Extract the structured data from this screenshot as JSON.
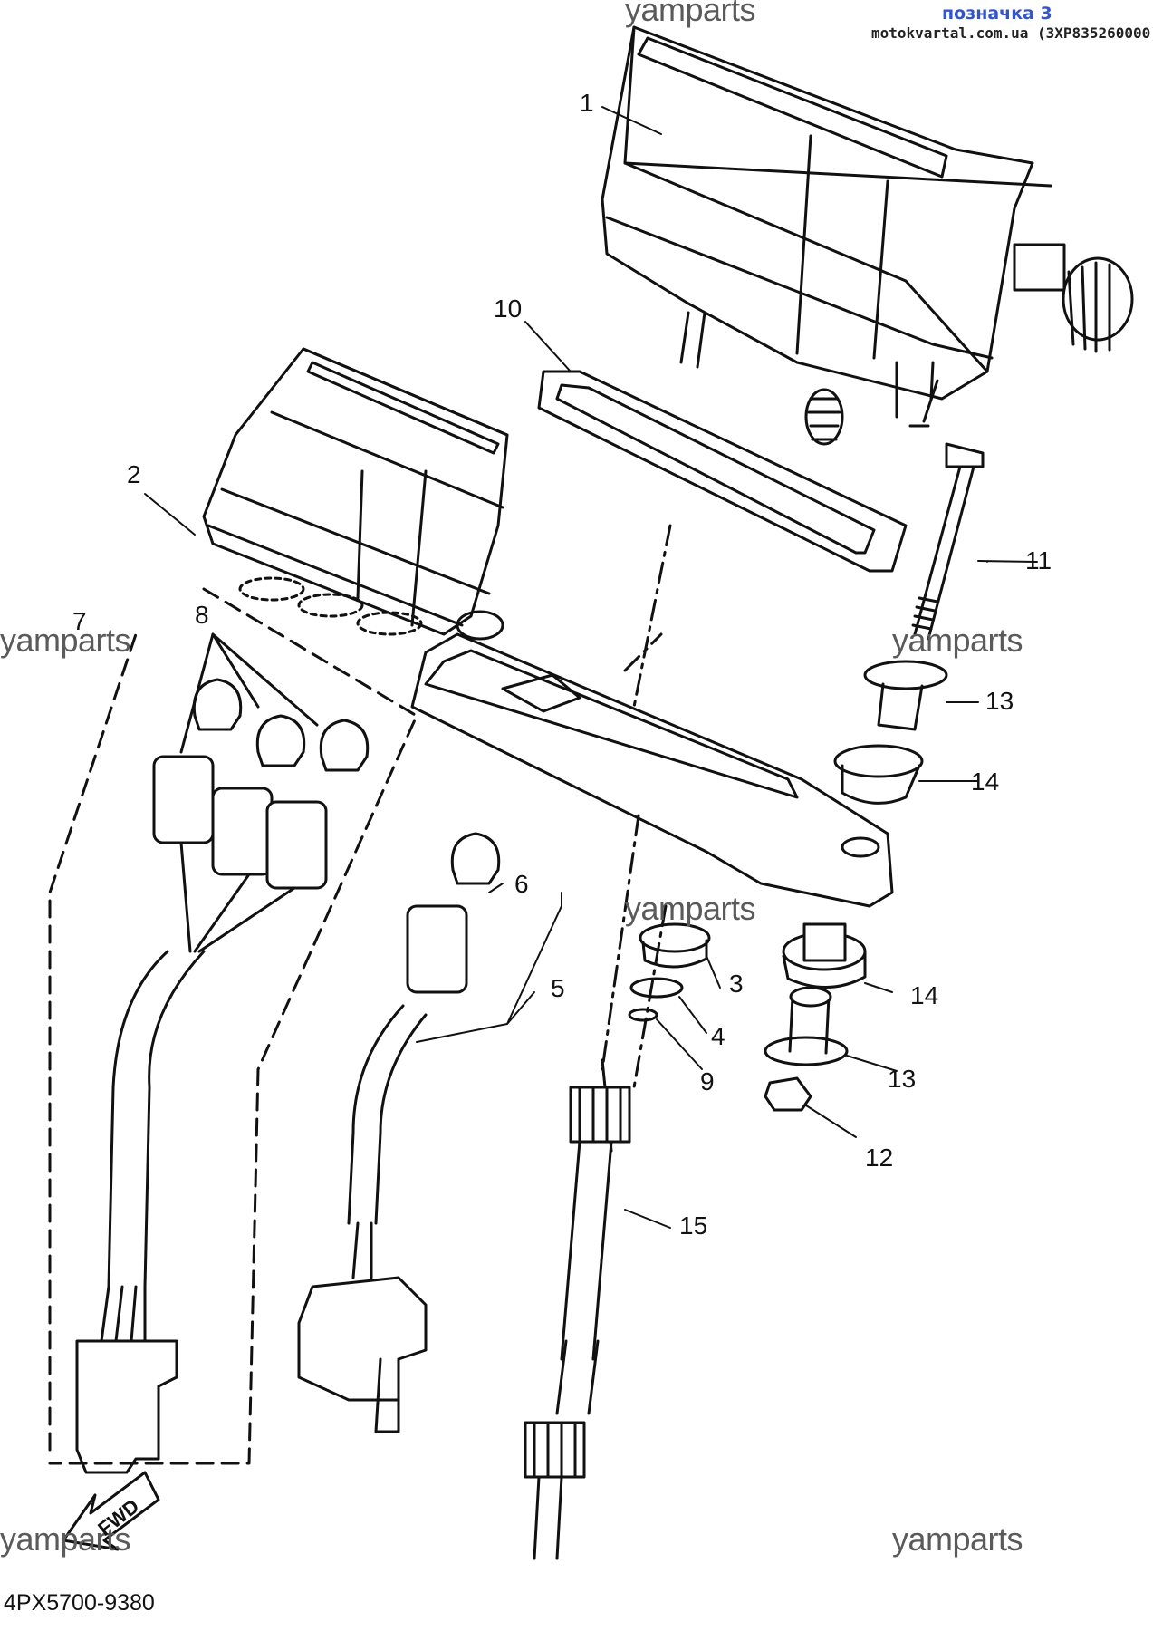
{
  "header": {
    "tag": "позначка 3",
    "source": "motokvartal.com.ua (3XP835260000)"
  },
  "watermark": "yamparts",
  "callouts": [
    "1",
    "2",
    "3",
    "4",
    "5",
    "6",
    "7",
    "8",
    "9",
    "10",
    "11",
    "12",
    "13",
    "14",
    "15"
  ],
  "fwd_label": "FWD",
  "diagram_code": "4PX5700-9380"
}
